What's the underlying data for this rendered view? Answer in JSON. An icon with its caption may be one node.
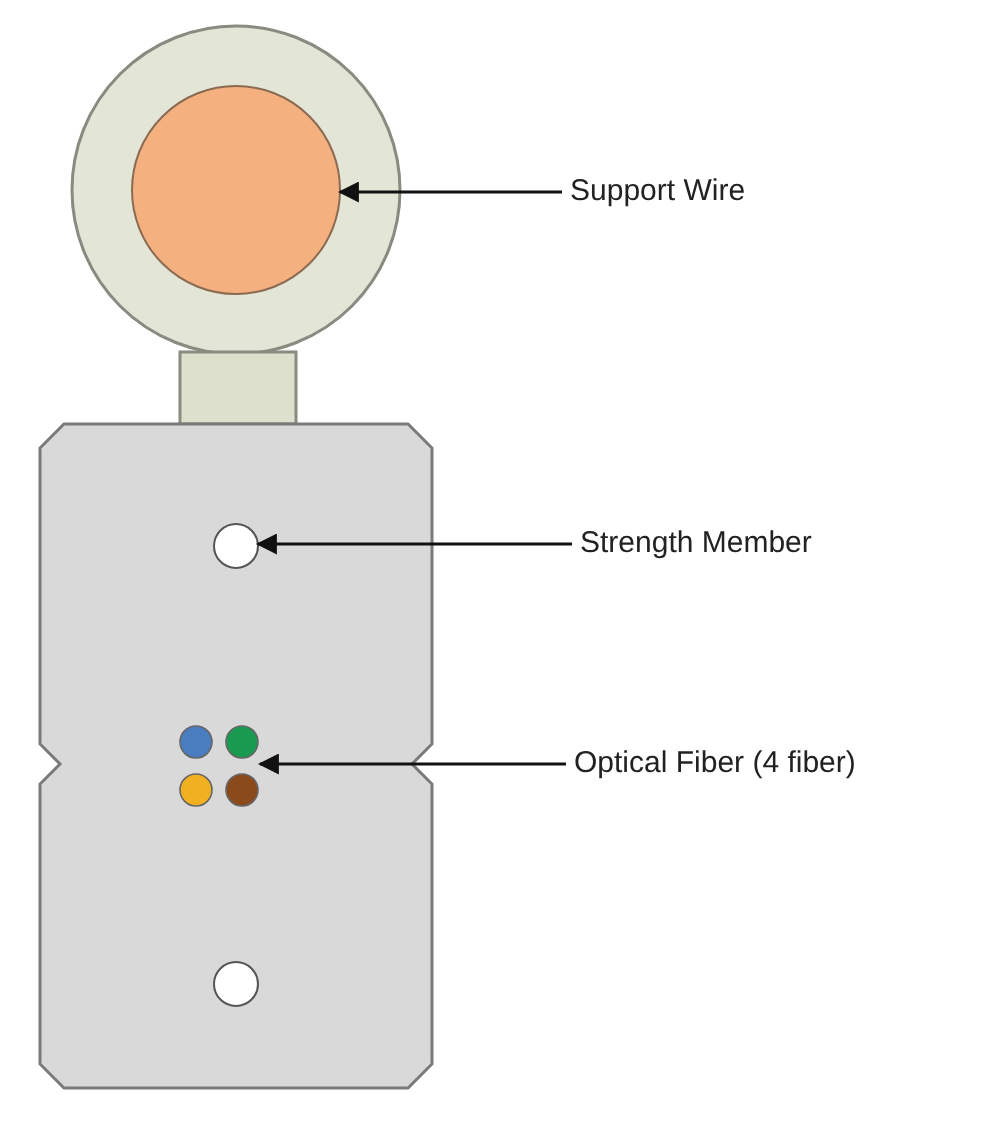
{
  "diagram": {
    "nodes": [
      {
        "text": [
          "Support Wire"
        ]
      },
      {
        "text": [],
        "shape": "circle"
      },
      {
        "text": [
          "Strength Member"
        ]
      },
      {
        "text": [],
        "shape": "circle"
      },
      {
        "text": [
          "Optical Fiber (4 fiber)"
        ]
      },
      {
        "text": [],
        "shape": "circle"
      }
    ],
    "edges": [
      {
        "from": 0,
        "to": 1,
        "arrow": "to"
      },
      {
        "from": 2,
        "to": 3,
        "arrow": "to"
      },
      {
        "from": 4,
        "to": 5,
        "arrow": "to"
      }
    ]
  }
}
